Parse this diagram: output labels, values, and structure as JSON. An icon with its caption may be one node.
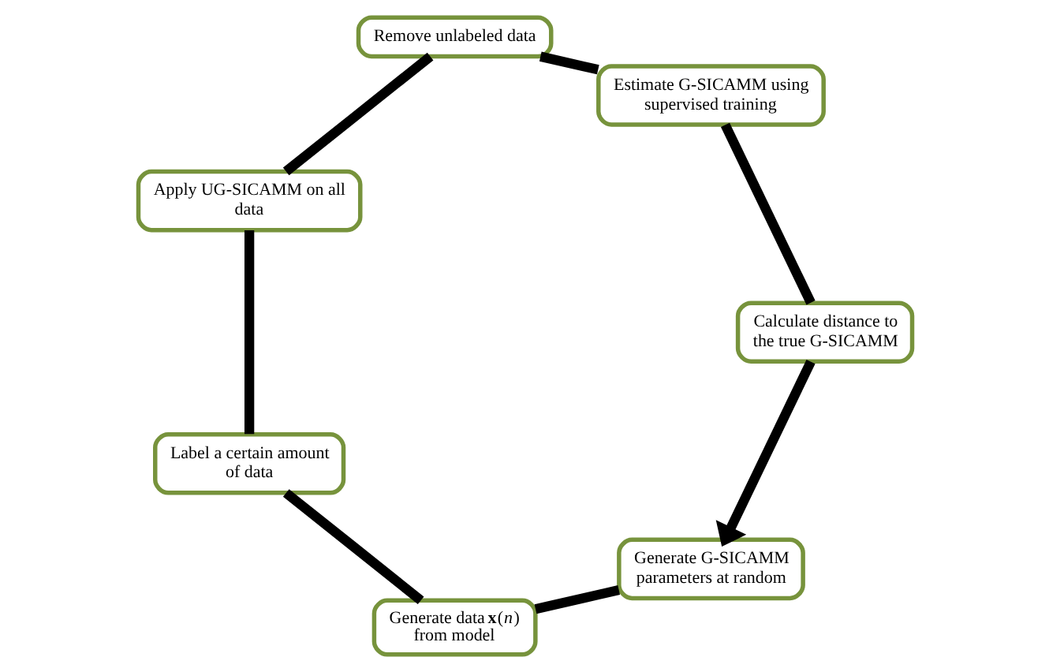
{
  "diagram": {
    "nodes": [
      {
        "text": [
          "Generate G-SICAMM parameters at random"
        ]
      },
      {
        "text": [
          "Generate data **x**(*n*) from model"
        ]
      },
      {
        "text": [
          "Label a certain amount of data"
        ]
      },
      {
        "text": [
          "Apply UG-SICAMM on all data"
        ]
      },
      {
        "text": [
          "Remove unlabeled data"
        ]
      },
      {
        "text": [
          "Estimate G-SICAMM using supervised training"
        ]
      },
      {
        "text": [
          "Calculate distance to the true G-SICAMM"
        ]
      }
    ],
    "edges": [
      {
        "from": 0,
        "to": 1,
        "arrow": "none"
      },
      {
        "from": 1,
        "to": 2,
        "arrow": "none"
      },
      {
        "from": 2,
        "to": 3,
        "arrow": "none"
      },
      {
        "from": 3,
        "to": 4,
        "arrow": "none"
      },
      {
        "from": 4,
        "to": 5,
        "arrow": "none"
      },
      {
        "from": 5,
        "to": 6,
        "arrow": "none"
      },
      {
        "from": 6,
        "to": 0,
        "arrow": "to"
      }
    ]
  }
}
